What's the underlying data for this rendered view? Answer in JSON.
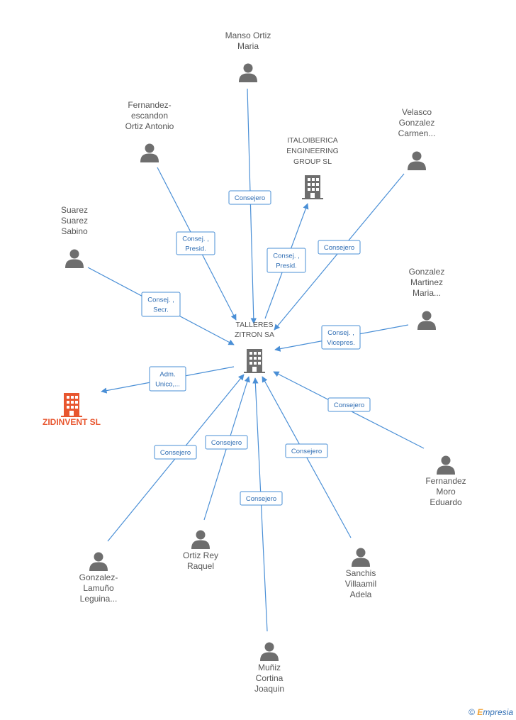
{
  "center": {
    "id": "talleres",
    "lines": [
      "TALLERES",
      "ZITRON SA"
    ]
  },
  "nodes": [
    {
      "id": "manso",
      "type": "person",
      "lines": [
        "Manso Ortiz",
        "Maria"
      ]
    },
    {
      "id": "fernandez_esc",
      "type": "person",
      "lines": [
        "Fernandez-",
        "escandon",
        "Ortiz Antonio"
      ]
    },
    {
      "id": "italo",
      "type": "company",
      "lines": [
        "ITALOIBERICA",
        "ENGINEERING",
        "GROUP SL"
      ]
    },
    {
      "id": "velasco",
      "type": "person",
      "lines": [
        "Velasco",
        "Gonzalez",
        "Carmen..."
      ]
    },
    {
      "id": "suarez",
      "type": "person",
      "lines": [
        "Suarez",
        "Suarez",
        "Sabino"
      ]
    },
    {
      "id": "gonzalez_mm",
      "type": "person",
      "lines": [
        "Gonzalez",
        "Martinez",
        "Maria..."
      ]
    },
    {
      "id": "zidinvent",
      "type": "focus",
      "lines": [
        "ZIDINVENT  SL"
      ]
    },
    {
      "id": "fernandez_moro",
      "type": "person",
      "lines": [
        "Fernandez",
        "Moro",
        "Eduardo"
      ]
    },
    {
      "id": "ortiz_rey",
      "type": "person",
      "lines": [
        "Ortiz Rey",
        "Raquel"
      ]
    },
    {
      "id": "gonzalez_lam",
      "type": "person",
      "lines": [
        "Gonzalez-",
        "Lamuño",
        "Leguina..."
      ]
    },
    {
      "id": "sanchis",
      "type": "person",
      "lines": [
        "Sanchis",
        "Villaamil",
        "Adela"
      ]
    },
    {
      "id": "muniz",
      "type": "person",
      "lines": [
        "Muñiz",
        "Cortina",
        "Joaquin"
      ]
    }
  ],
  "edges": [
    {
      "from": "manso",
      "lines": [
        "Consejero"
      ]
    },
    {
      "from": "fernandez_esc",
      "lines": [
        "Consej. ,",
        "Presid."
      ]
    },
    {
      "from": "italo",
      "lines": [
        "Consej. ,",
        "Presid."
      ]
    },
    {
      "from": "velasco",
      "lines": [
        "Consejero"
      ]
    },
    {
      "from": "suarez",
      "lines": [
        "Consej. ,",
        "Secr."
      ]
    },
    {
      "from": "gonzalez_mm",
      "lines": [
        "Consej. ,",
        "Vicepres."
      ]
    },
    {
      "from": "zidinvent",
      "lines": [
        "Adm.",
        "Unico,..."
      ]
    },
    {
      "from": "fernandez_moro",
      "lines": [
        "Consejero"
      ]
    },
    {
      "from": "gonzalez_lam",
      "lines": [
        "Consejero"
      ]
    },
    {
      "from": "ortiz_rey",
      "lines": [
        "Consejero"
      ]
    },
    {
      "from": "sanchis",
      "lines": [
        "Consejero"
      ]
    },
    {
      "from": "muniz",
      "lines": [
        "Consejero"
      ]
    }
  ],
  "colors": {
    "edge": "#4a8fd6",
    "person_icon": "#6e6e6e",
    "company_icon": "#6e6e6e",
    "focus": "#e8562f"
  },
  "footer": {
    "copyright_symbol": "©",
    "brand_initial": "E",
    "brand_rest": "mpresia"
  }
}
